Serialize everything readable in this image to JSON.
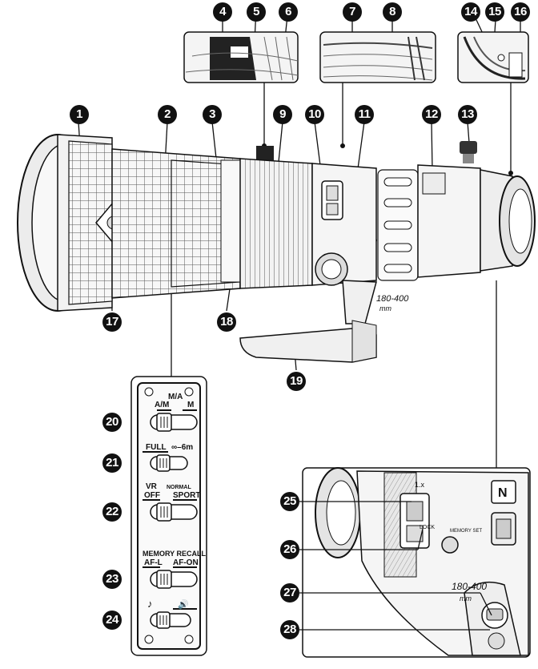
{
  "callouts": [
    "1",
    "2",
    "3",
    "4",
    "5",
    "6",
    "7",
    "8",
    "9",
    "10",
    "11",
    "12",
    "13",
    "14",
    "15",
    "16",
    "17",
    "18",
    "19",
    "20",
    "21",
    "22",
    "23",
    "24",
    "25",
    "26",
    "27",
    "28"
  ],
  "switch_panel": {
    "row1": {
      "left": "A/M",
      "middle": "M/A",
      "right": "M"
    },
    "row2": {
      "left": "FULL",
      "right": "∞–6m"
    },
    "row3": {
      "title": "VR",
      "left": "OFF",
      "right_top": "NORMAL",
      "right": "SPORT"
    },
    "row4": {
      "title": "MEMORY RECALL",
      "left": "AF-L",
      "right": "AF-ON"
    },
    "row5": {
      "left": "♪",
      "right": "🔊"
    }
  },
  "lens_markings": {
    "focal_range": "180-400",
    "focal_unit": "mm",
    "teleconverter_label": "1.x",
    "lock_label": "LOCK",
    "memory_label": "MEMORY SET",
    "brand_badge": "N"
  },
  "colors": {
    "ink": "#111111",
    "paper": "#ffffff",
    "lens_body": "#f4f4f4",
    "shade": "#d8d8d8"
  }
}
